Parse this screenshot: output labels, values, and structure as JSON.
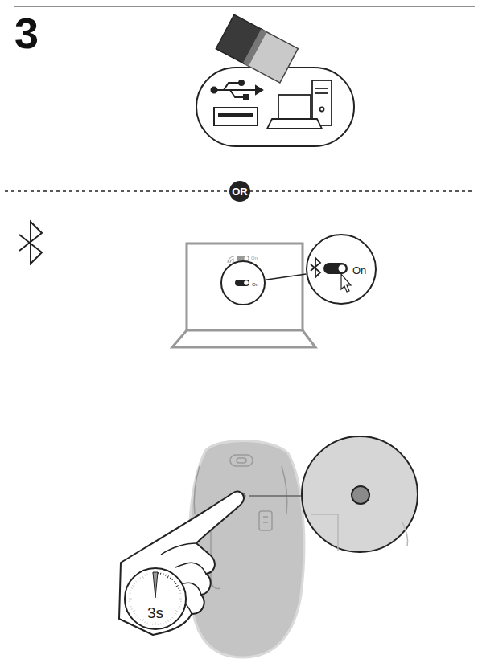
{
  "diagram": {
    "nodes": [
      {
        "text": [
          "OR"
        ]
      },
      {
        "text": [
          "On"
        ]
      },
      {
        "text": [
          "On"
        ]
      },
      {
        "text": [
          "3s"
        ]
      }
    ],
    "edges": [
      {
        "from": 1,
        "to": 2,
        "arrow": "none"
      }
    ],
    "labels": [
      "3",
      "On"
    ]
  }
}
